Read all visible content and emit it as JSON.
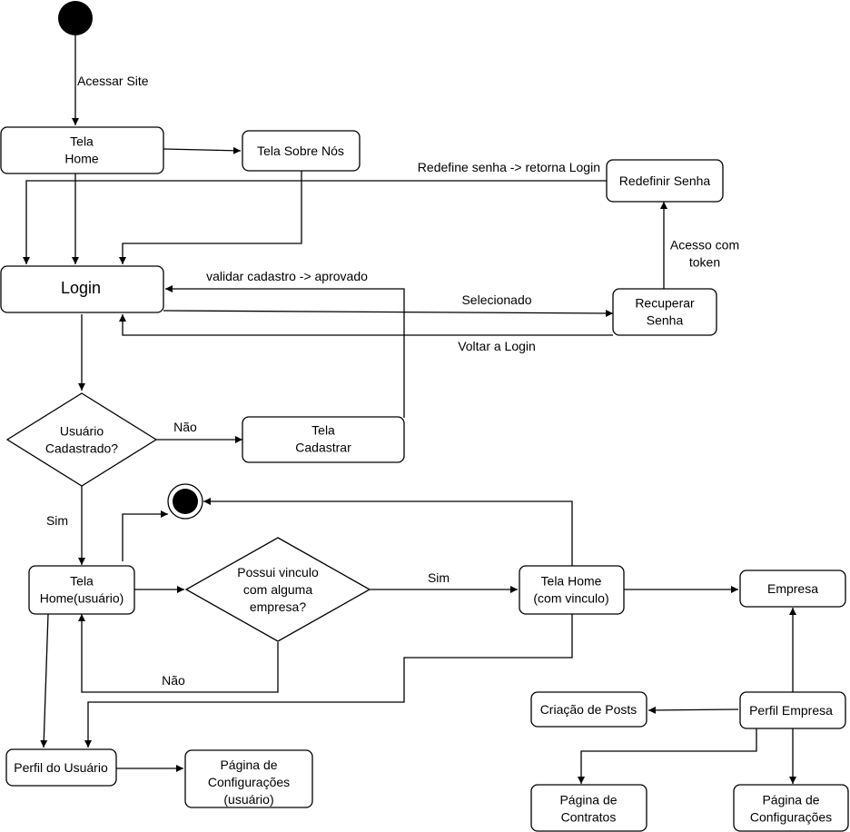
{
  "nodes": {
    "tela_home": "Tela\nHome",
    "tela_sobre_nos": "Tela Sobre Nós",
    "redefinir_senha": "Redefinir Senha",
    "login": "Login",
    "recuperar_senha": "Recuperar\nSenha",
    "usuario_cadastrado": "Usuário\nCadastrado?",
    "tela_cadastrar": "Tela\nCadastrar",
    "tela_home_usuario": "Tela\nHome(usuário)",
    "possui_vinculo": "Possui vinculo\ncom alguma\nempresa?",
    "tela_home_vinculo": "Tela Home\n(com vinculo)",
    "empresa": "Empresa",
    "criacao_posts": "Criação de Posts",
    "perfil_empresa": "Perfil Empresa",
    "perfil_usuario": "Perfil do Usuário",
    "config_usuario": "Página de\nConfigurações\n(usuário)",
    "pagina_contratos": "Página de\nContratos",
    "pagina_configuracoes": "Página de\nConfigurações"
  },
  "edge_labels": {
    "acessar_site": "Acessar Site",
    "redefine_senha": "Redefine senha -> retorna Login",
    "acesso_token": "Acesso com\ntoken",
    "validar_cadastro": "validar cadastro -> aprovado",
    "selecionado": "Selecionado",
    "voltar_login": "Voltar a Login",
    "nao_cadastro": "Não",
    "sim_cadastro": "Sim",
    "sim_vinculo": "Sim",
    "nao_vinculo": "Não"
  },
  "colors": {
    "stroke": "#000000",
    "fill": "#ffffff",
    "initial": "#000000"
  }
}
